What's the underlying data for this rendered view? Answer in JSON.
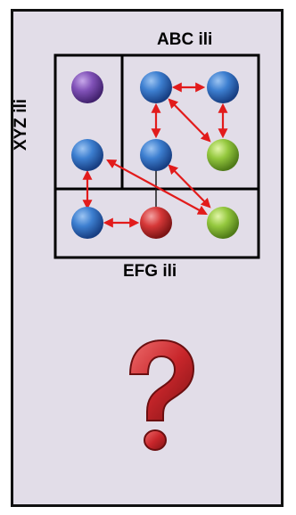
{
  "labels": {
    "top_group": "ABC ili",
    "left_group": "XYZ ili",
    "bottom_group": "EFG ili"
  },
  "colors": {
    "panel": "#e2dde8",
    "border": "#111111",
    "arrow": "#e21b1b",
    "node_blue": "#2f6fc2",
    "node_purple": "#7b4ab0",
    "node_green": "#8cc43c",
    "node_red": "#d23a3a",
    "question_mark": "#c8262b"
  },
  "icons": {
    "question": "question-mark-icon"
  }
}
